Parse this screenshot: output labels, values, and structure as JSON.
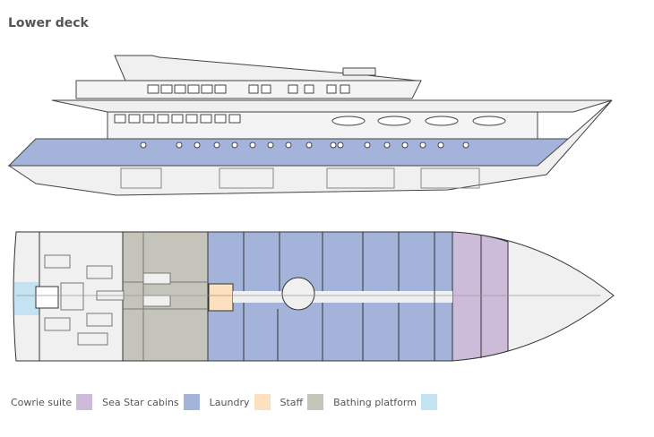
{
  "title": "Lower deck",
  "legend": [
    {
      "label": "Cowrie suite",
      "color": "#cdbcd9"
    },
    {
      "label": "Sea Star cabins",
      "color": "#a3b3d9"
    },
    {
      "label": "Laundry",
      "color": "#fde0bd"
    },
    {
      "label": "Staff",
      "color": "#c5c4bb"
    },
    {
      "label": "Bathing platform",
      "color": "#c4e3f2"
    }
  ]
}
